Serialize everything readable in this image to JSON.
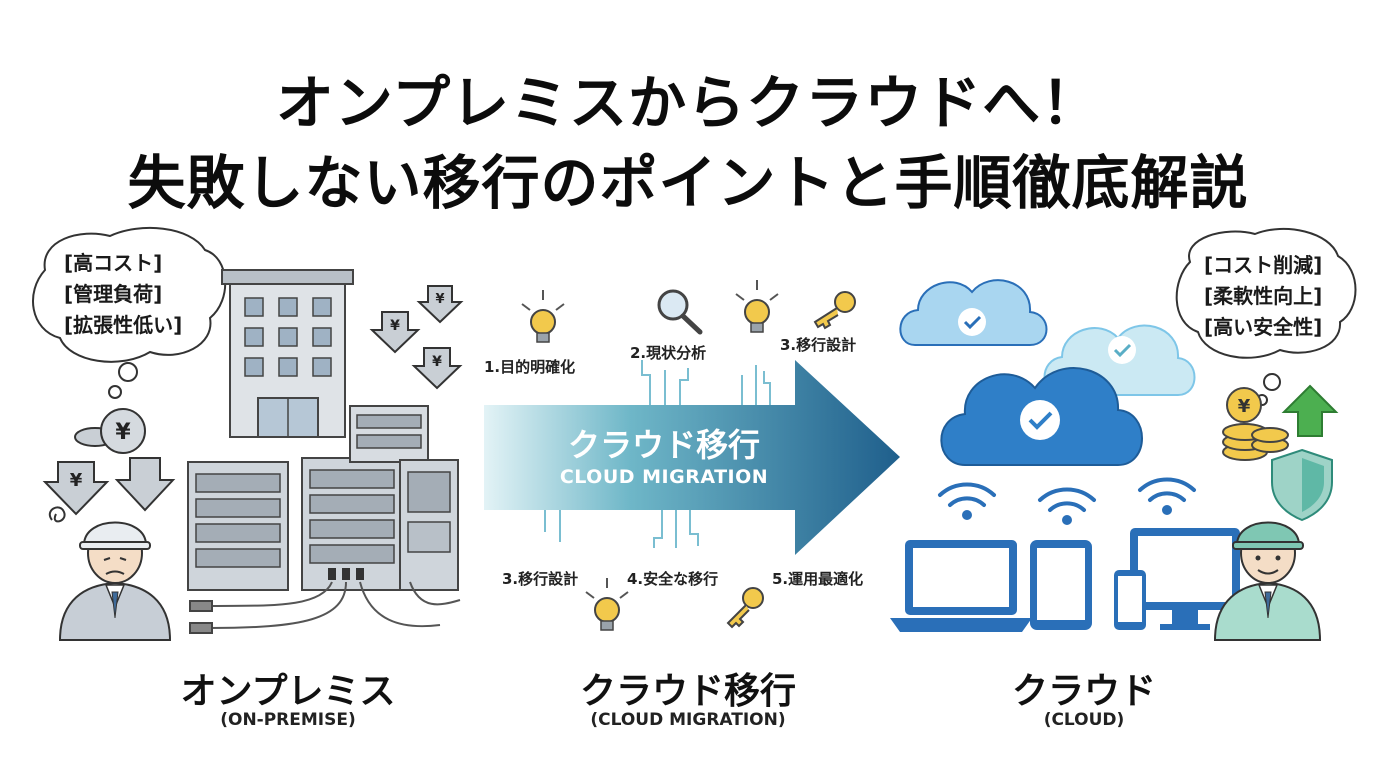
{
  "title": {
    "line1": "オンプレミスからクラウドへ！",
    "line2": "失敗しない移行のポイントと手順徹底解説"
  },
  "onpremise": {
    "heading": "オンプレミス",
    "sub": "(ON-PREMISE)",
    "bubble": [
      "[高コスト]",
      "[管理負荷]",
      "[拡張性低い]"
    ],
    "yen_symbol": "¥"
  },
  "migration": {
    "arrow_main": "クラウド移行",
    "arrow_sub": "CLOUD MIGRATION",
    "heading": "クラウド移行",
    "sub": "(CLOUD MIGRATION)",
    "steps_top": [
      "1.目的明確化",
      "2.現状分析",
      "3.移行設計"
    ],
    "steps_bottom": [
      "3.移行設計",
      "4.安全な移行",
      "5.運用最適化"
    ]
  },
  "cloud": {
    "heading": "クラウド",
    "sub": "(CLOUD)",
    "bubble": [
      "[コスト削減]",
      "[柔軟性向上]",
      "[高い安全性]"
    ],
    "yen_symbol": "¥"
  },
  "colors": {
    "arrow_start": "#d8eef3",
    "arrow_end": "#1f5f8c",
    "cloud_dark": "#2f7fc8",
    "cloud_light": "#7ec6e8",
    "device_blue": "#2a6fb8",
    "gray": "#8a939c",
    "bulb_yellow": "#f2c94c"
  }
}
